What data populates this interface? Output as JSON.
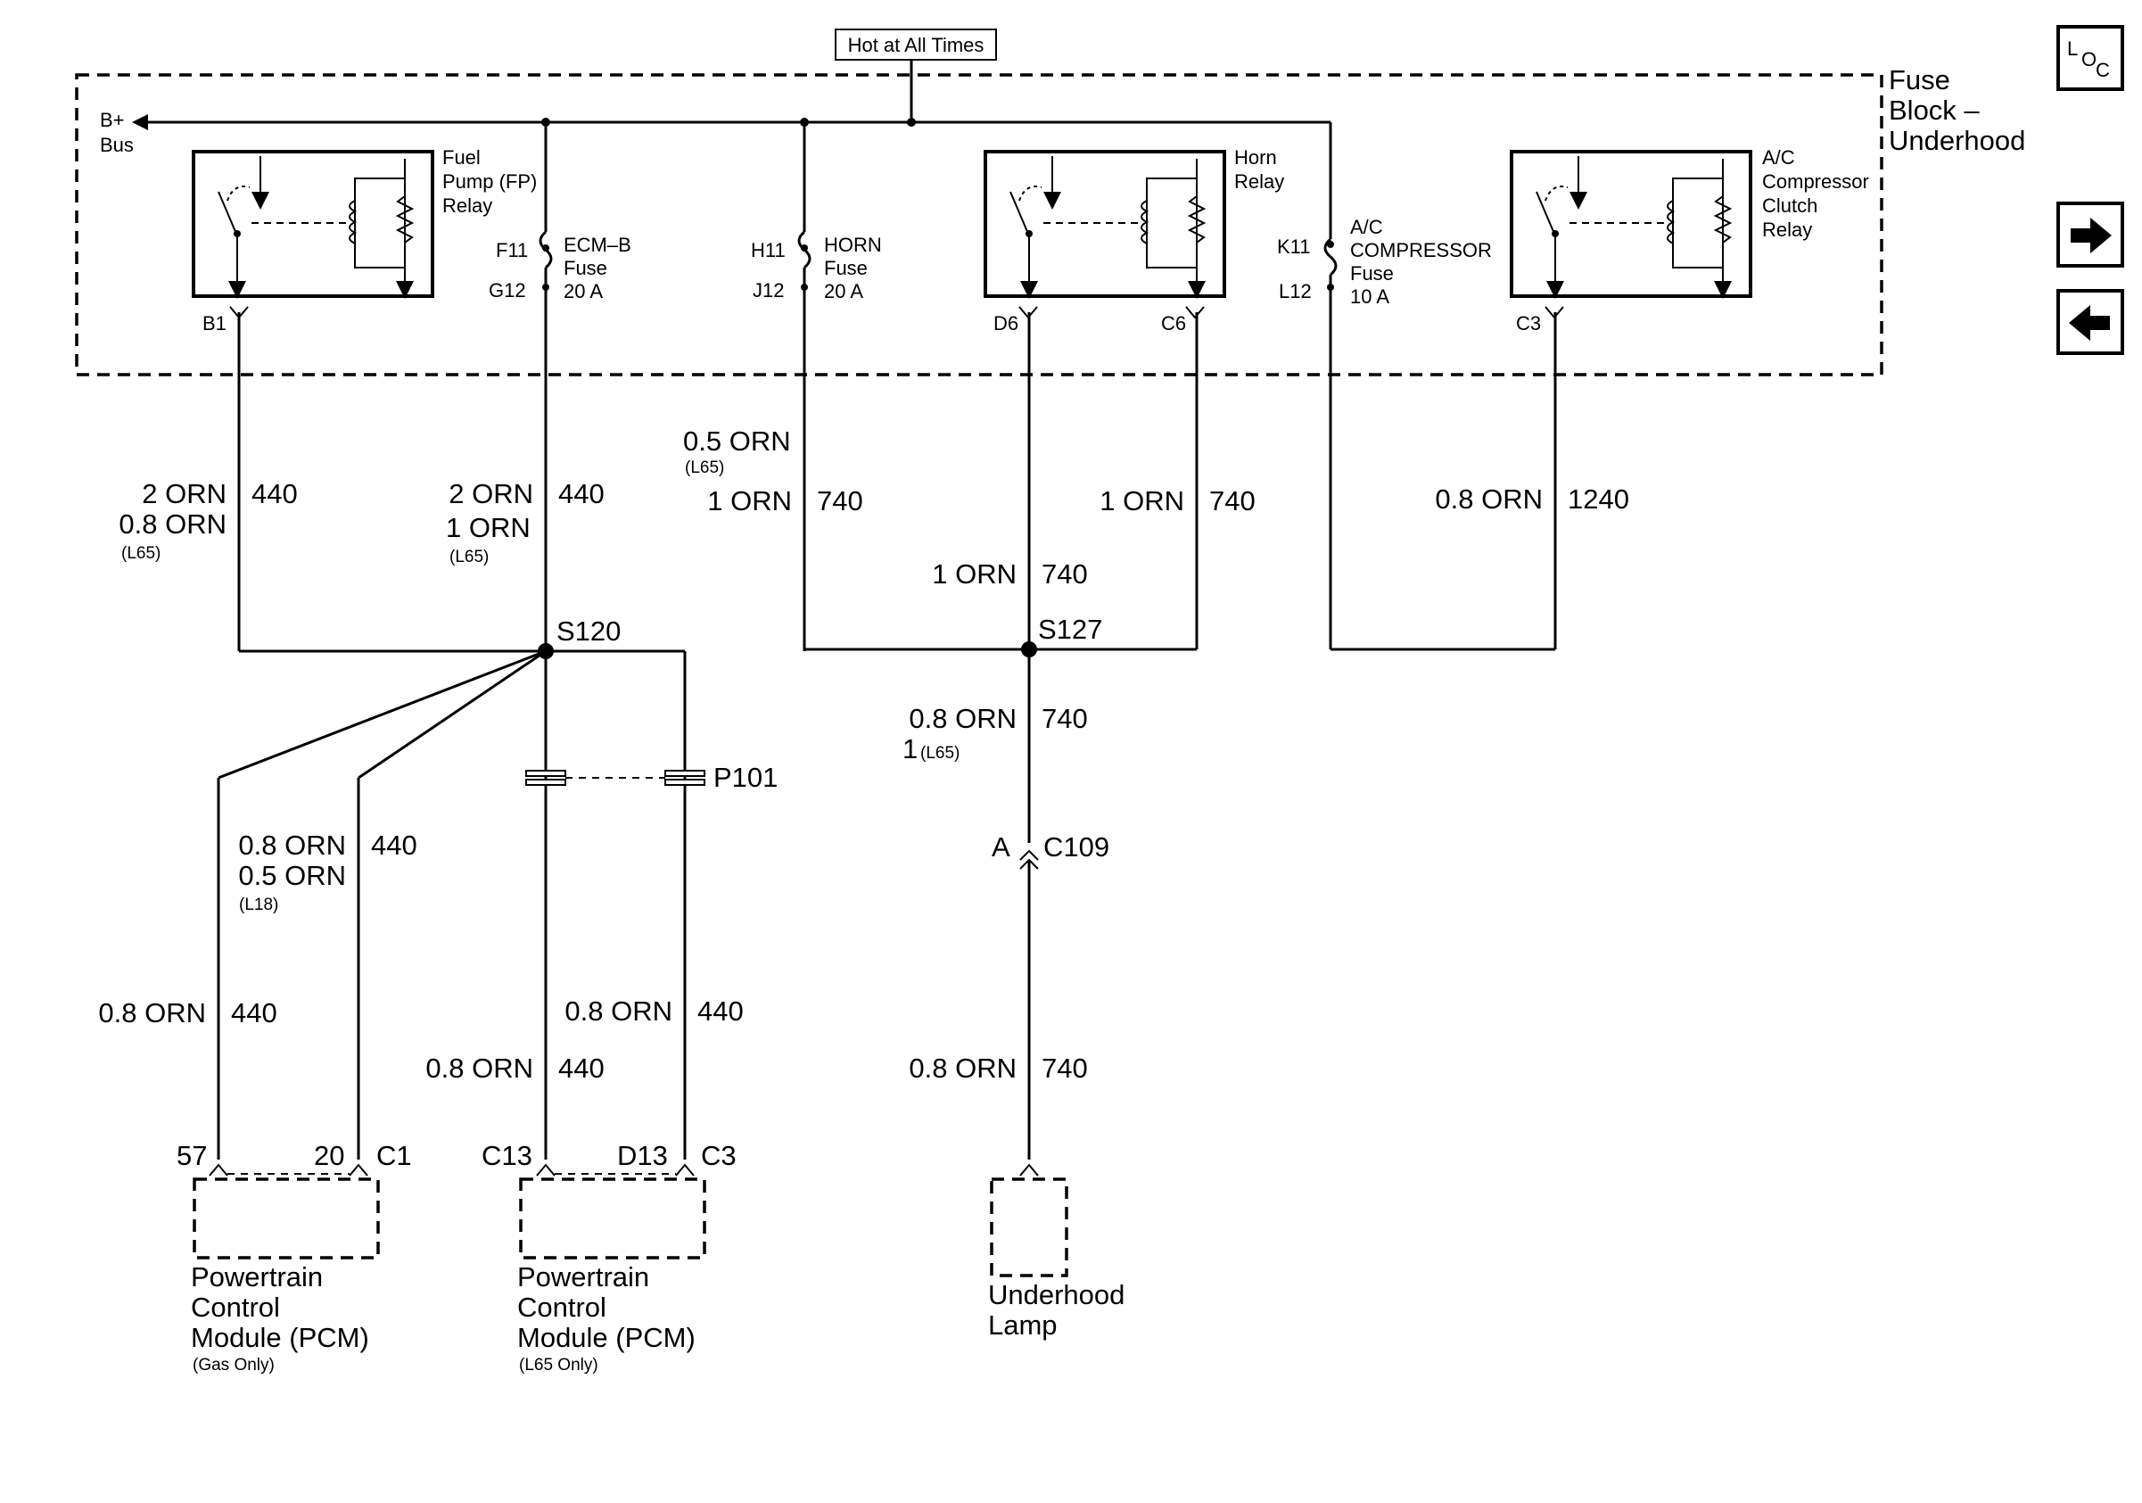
{
  "header": {
    "hot_label": "Hot at All Times"
  },
  "fuse_block": {
    "title_line1": "Fuse",
    "title_line2": "Block –",
    "title_line3": "Underhood"
  },
  "bus": {
    "line1": "B+",
    "line2": "Bus"
  },
  "relays": {
    "fuel_pump": {
      "line1": "Fuel",
      "line2": "Pump (FP)",
      "line3": "Relay",
      "pin": "B1"
    },
    "horn": {
      "line1": "Horn",
      "line2": "Relay",
      "pin_left": "D6",
      "pin_right": "C6"
    },
    "ac": {
      "line1": "A/C",
      "line2": "Compressor",
      "line3": "Clutch",
      "line4": "Relay",
      "pin": "C3"
    }
  },
  "fuses": {
    "ecm_b": {
      "pin_top": "F11",
      "pin_bottom": "G12",
      "name": "ECM–B",
      "word": "Fuse",
      "rating": "20 A"
    },
    "horn": {
      "pin_top": "H11",
      "pin_bottom": "J12",
      "name": "HORN",
      "word": "Fuse",
      "rating": "20 A"
    },
    "ac": {
      "pin_top": "K11",
      "pin_bottom": "L12",
      "name_line1": "A/C",
      "name_line2": "COMPRESSOR",
      "word": "Fuse",
      "rating": "10 A"
    }
  },
  "wires": {
    "fp_a": "2 ORN",
    "fp_circuit": "440",
    "fp_b": "0.8 ORN",
    "fp_note": "(L65)",
    "ecm_a": "2 ORN",
    "ecm_circuit": "440",
    "ecm_b": "1 ORN",
    "ecm_note": "(L65)",
    "horn_alt": "0.5 ORN",
    "horn_alt_note": "(L65)",
    "horn_a": "1 ORN",
    "horn_circuit": "740",
    "hr_a": "1 ORN",
    "hr_circuit": "740",
    "ac_a": "0.8 ORN",
    "ac_circuit": "1240",
    "d6_a": "1 ORN",
    "d6_circuit": "740",
    "s127_a": "0.8 ORN",
    "s127_circuit": "740",
    "s127_b": "1",
    "s127_note": "(L65)",
    "c20_a": "0.8 ORN",
    "c20_circuit": "440",
    "c20_b": "0.5 ORN",
    "c20_note": "(L18)",
    "c57_a": "0.8 ORN",
    "c57_circuit": "440",
    "c13_a": "0.8 ORN",
    "c13_circuit": "440",
    "d13_a": "0.8 ORN",
    "d13_circuit": "440",
    "lamp_a": "0.8 ORN",
    "lamp_circuit": "740"
  },
  "splices": {
    "s120": "S120",
    "s127": "S127",
    "p101": "P101"
  },
  "connectors": {
    "c109_pin": "A",
    "c109": "C109"
  },
  "pcm_gas": {
    "pin1": "57",
    "pin2": "20",
    "conn": "C1",
    "line1": "Powertrain",
    "line2": "Control",
    "line3": "Module (PCM)",
    "note": "(Gas Only)"
  },
  "pcm_l65": {
    "pin1": "C13",
    "pin2": "D13",
    "conn": "C3",
    "line1": "Powertrain",
    "line2": "Control",
    "line3": "Module (PCM)",
    "note": "(L65 Only)"
  },
  "lamp": {
    "line1": "Underhood",
    "line2": "Lamp"
  },
  "nav": {
    "loc_l": "L",
    "loc_o": "O",
    "loc_c": "C"
  }
}
